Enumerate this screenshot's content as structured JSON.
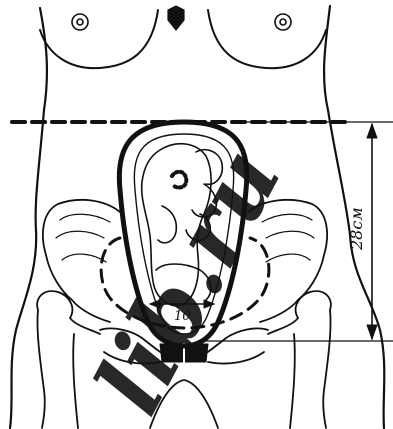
{
  "figure": {
    "height_label": "28см",
    "width_label": "10",
    "watermark": "lib.ru"
  },
  "colors": {
    "ink": "#111111",
    "paper": "#ffffff",
    "watermark": "#e6e6e6"
  }
}
